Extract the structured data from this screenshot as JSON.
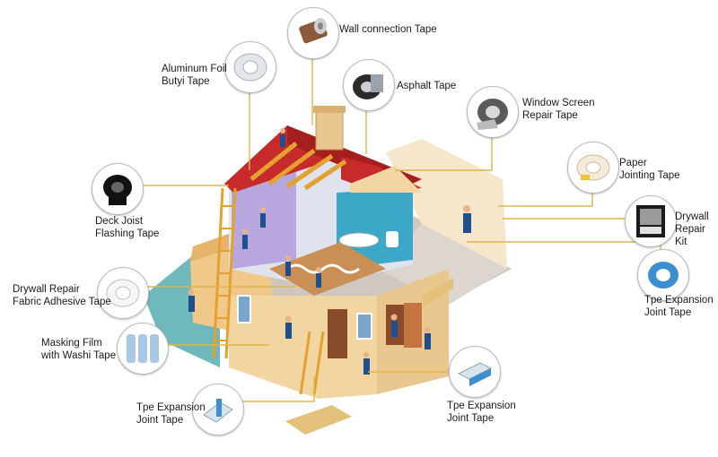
{
  "colors": {
    "leader": "#e0b54a",
    "roof": "#c62a2a",
    "wall": "#f2d6a2",
    "floor": "#cfc8c0",
    "teal_ground": "#6fb9bd",
    "wood": "#e3a12f"
  },
  "products": [
    {
      "name": "wall-connection-tape",
      "label": "Wall connection Tape",
      "icon": "brown-tape-roll-icon"
    },
    {
      "name": "aluminum-foil-butyl-tape",
      "label": "Aluminum Foil\nButyi Tape",
      "icon": "foil-tape-roll-icon"
    },
    {
      "name": "asphalt-tape",
      "label": "Asphalt Tape",
      "icon": "asphalt-tape-roll-icon"
    },
    {
      "name": "window-screen-repair-tape",
      "label": "Window Screen\nRepair Tape",
      "icon": "screen-tape-roll-icon"
    },
    {
      "name": "paper-jointing-tape",
      "label": "Paper\nJointing Tape",
      "icon": "paper-tape-roll-icon"
    },
    {
      "name": "deck-joist-flashing-tape",
      "label": "Deck Joist\nFlashing Tape",
      "icon": "black-tape-roll-icon"
    },
    {
      "name": "drywall-repair-kit",
      "label": "Drywall\nRepair Kit",
      "icon": "repair-kit-icon"
    },
    {
      "name": "tpe-expansion-joint-tape-right",
      "label": "Tpe Expansion\nJoint Tape",
      "icon": "blue-joint-tape-icon"
    },
    {
      "name": "drywall-repair-fabric-adhesive-tape",
      "label": "Drywall Repair\nFabric Adhesive Tape",
      "icon": "white-tape-roll-icon"
    },
    {
      "name": "masking-film-washi-tape",
      "label": "Masking Film\nwith Washi Tape",
      "icon": "film-rolls-icon"
    },
    {
      "name": "tpe-expansion-joint-tape-bottom-left",
      "label": "Tpe Expansion\nJoint Tape",
      "icon": "corner-joint-tape-icon"
    },
    {
      "name": "tpe-expansion-joint-tape-bottom-center",
      "label": "Tpe Expansion\nJoint Tape",
      "icon": "angle-joint-tape-icon"
    }
  ]
}
